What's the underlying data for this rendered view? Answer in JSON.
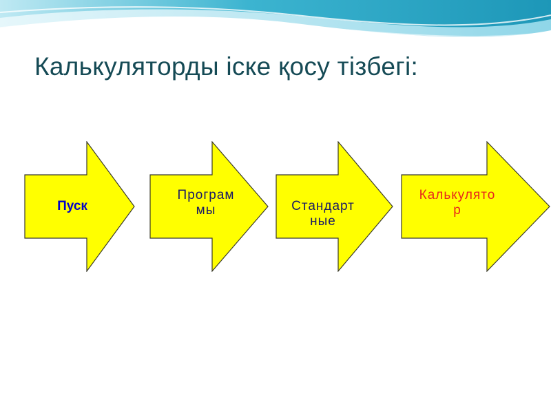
{
  "title": "Калькуляторды іске қосу тізбегі:",
  "steps": [
    {
      "label": "Пуск",
      "color": "#0000cc",
      "bold": true
    },
    {
      "label": "Програм\nмы",
      "color": "#1a1a66",
      "bold": false
    },
    {
      "label": "Стандарт\nные",
      "color": "#1a1a66",
      "bold": false
    },
    {
      "label": "Калькулято\nр",
      "color": "#e8261c",
      "bold": false
    }
  ],
  "colors": {
    "arrow_fill": "#ffff00",
    "arrow_stroke": "#3a3a2a",
    "title": "#154a55",
    "wave_dark": "#2aa6c4",
    "wave_light": "#9fdbea"
  }
}
